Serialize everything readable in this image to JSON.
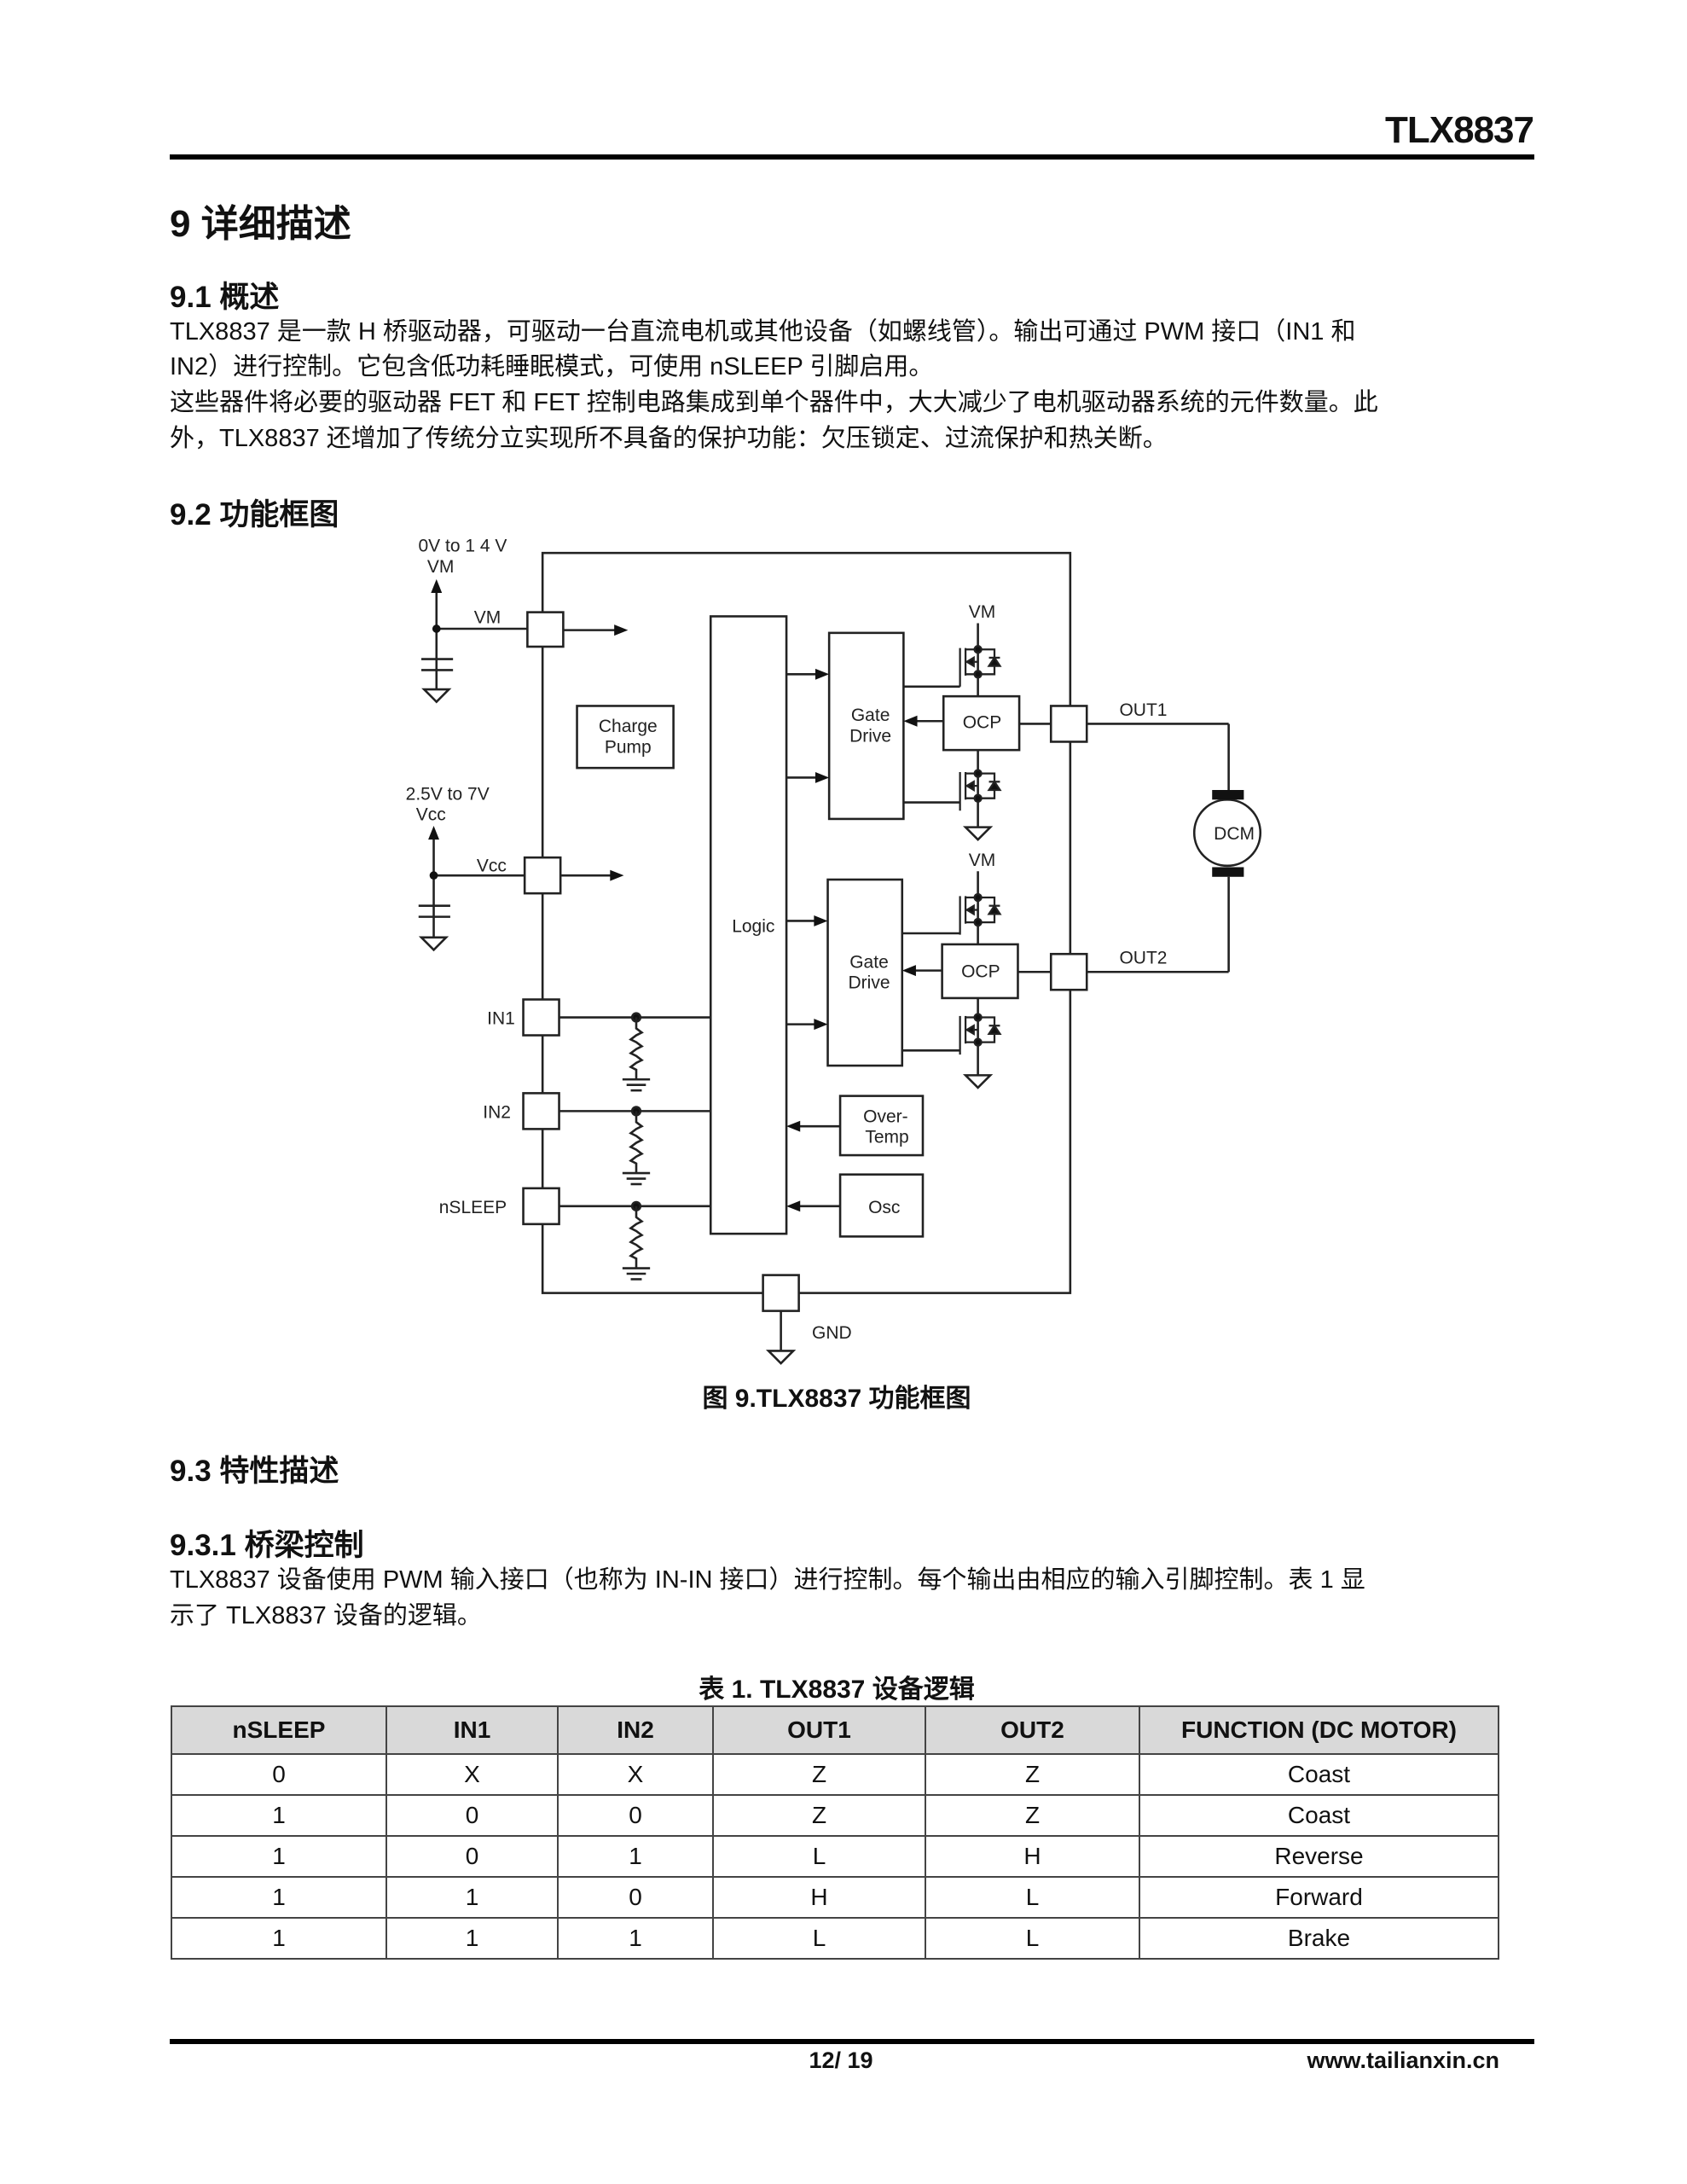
{
  "header": {
    "title": "TLX8837"
  },
  "section9": {
    "title": "9 详细描述"
  },
  "s91": {
    "title": "9.1 概述",
    "lines": [
      "TLX8837 是一款 H 桥驱动器，可驱动一台直流电机或其他设备（如螺线管）。输出可通过 PWM 接口（IN1 和",
      "IN2）进行控制。它包含低功耗睡眠模式，可使用 nSLEEP 引脚启用。",
      "这些器件将必要的驱动器 FET 和 FET 控制电路集成到单个器件中，大大减少了电机驱动器系统的元件数量。此",
      "外，TLX8837 还增加了传统分立实现所不具备的保护功能：欠压锁定、过流保护和热关断。"
    ]
  },
  "s92": {
    "title": "9.2 功能框图"
  },
  "diagram": {
    "vm_range": "0V to 1 4 V",
    "vm_top": "VM",
    "vm_pin": "VM",
    "vcc_range": "2.5V to 7V",
    "vcc_top": "Vcc",
    "vcc_pin": "Vcc",
    "charge_pump": [
      "Charge",
      "Pump"
    ],
    "logic": "Logic",
    "gate_drive": [
      "Gate",
      "Drive"
    ],
    "ocp": "OCP",
    "vm_fet": "VM",
    "out1": "OUT1",
    "out2": "OUT2",
    "motor": "DCM",
    "in1": "IN1",
    "in2": "IN2",
    "nsleep": "nSLEEP",
    "over_temp": [
      "Over-",
      "Temp"
    ],
    "osc": "Osc",
    "gnd": "GND"
  },
  "figure_caption": "图 9.TLX8837 功能框图",
  "s93": {
    "title": "9.3 特性描述"
  },
  "s931": {
    "title": "9.3.1 桥梁控制",
    "lines": [
      "TLX8837 设备使用 PWM 输入接口（也称为 IN-IN 接口）进行控制。每个输出由相应的输入引脚控制。表 1 显",
      "示了 TLX8837 设备的逻辑。"
    ]
  },
  "table": {
    "caption": "表 1. TLX8837 设备逻辑",
    "headers": [
      "nSLEEP",
      "IN1",
      "IN2",
      "OUT1",
      "OUT2",
      "FUNCTION (DC MOTOR)"
    ],
    "rows": [
      [
        "0",
        "X",
        "X",
        "Z",
        "Z",
        "Coast"
      ],
      [
        "1",
        "0",
        "0",
        "Z",
        "Z",
        "Coast"
      ],
      [
        "1",
        "0",
        "1",
        "L",
        "H",
        "Reverse"
      ],
      [
        "1",
        "1",
        "0",
        "H",
        "L",
        "Forward"
      ],
      [
        "1",
        "1",
        "1",
        "L",
        "L",
        "Brake"
      ]
    ]
  },
  "footer": {
    "page": "12/ 19",
    "url": "www.tailianxin.cn"
  }
}
